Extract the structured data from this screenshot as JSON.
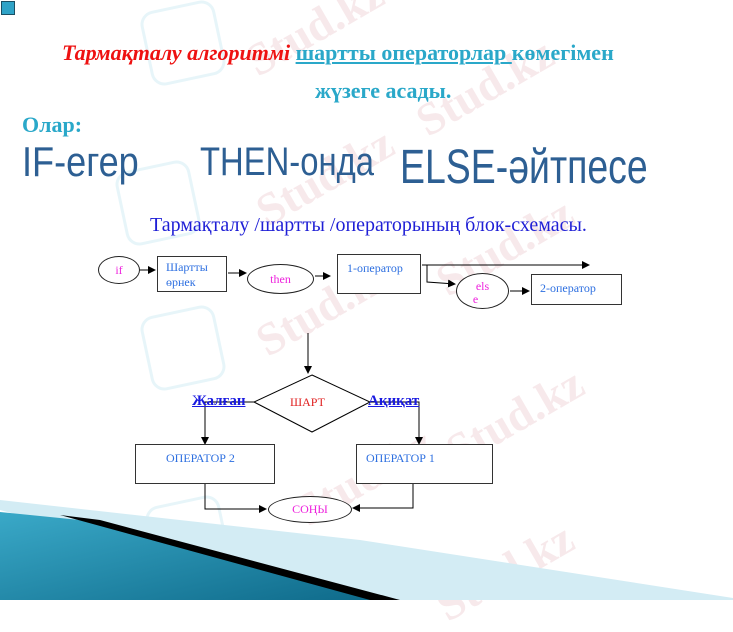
{
  "slide": {
    "title": {
      "part1": "Тармақталу алгоритмі",
      "part2_link": "шартты операторлар ",
      "part3": "көмегімен",
      "line2": "жүзеге асады."
    },
    "olar_label": "Олар:",
    "keywords": {
      "if": "IF-егер",
      "then": "THEN-онда",
      "else": "ELSE-әйтпесе"
    },
    "subtitle": "Тармақталу /шартты /операторының блок-схемасы.",
    "watermark": "Stud.kz",
    "colors": {
      "title_red": "#ee1111",
      "accent_cyan": "#2aa8c9",
      "keyword_blue": "#2d5f93",
      "subtitle_blue": "#1f1fd6",
      "magenta": "#ee22dd",
      "box_text_blue": "#2d6fe0"
    }
  },
  "linear_diagram": {
    "if_node": "if",
    "condition_box": {
      "line1": "Шартты",
      "line2": "өрнек"
    },
    "then_node": "then",
    "operator1_box": "1-оператор",
    "else_node": {
      "line1": "els",
      "line2": "e"
    },
    "operator2_box": "2-оператор"
  },
  "flowchart": {
    "decision": "ШАРТ",
    "false_label": "Жалған",
    "true_label": "Ақиқат",
    "operator2": "ОПЕРАТОР 2",
    "operator1": "ОПЕРАТОР 1",
    "end_node": "СОҢЫ"
  }
}
